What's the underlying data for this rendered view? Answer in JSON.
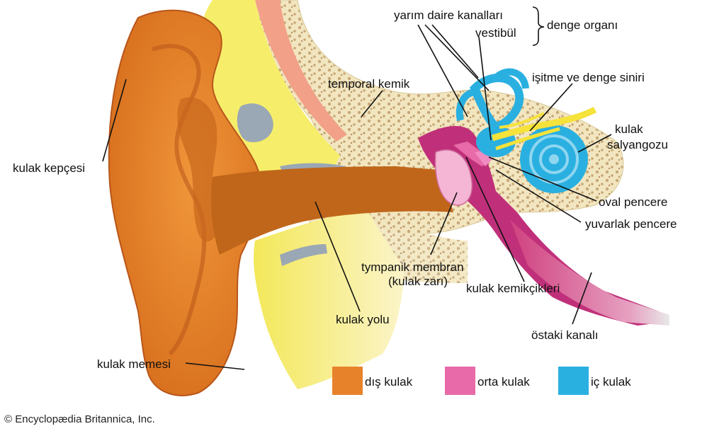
{
  "labels": {
    "kepce": "kulak kepçesi",
    "memesi": "kulak memesi",
    "yolu": "kulak yolu",
    "temporal": "temporal kemik",
    "yarim_daire": "yarım daire kanalları",
    "vestibul": "vestibül",
    "denge_organi": "denge organı",
    "sinir": "işitme ve denge siniri",
    "salyangoz_1": "kulak",
    "salyangoz_2": "salyangozu",
    "oval": "oval pencere",
    "yuvarlak": "yuvarlak pencere",
    "tympan_1": "tympanik membran",
    "tympan_2": "(kulak zarı)",
    "kemikcik": "kulak kemikçikleri",
    "ostaki": "östaki kanalı"
  },
  "legend": [
    {
      "label": "dış kulak",
      "color": "#e8822a"
    },
    {
      "label": "orta kulak",
      "color": "#e86aa8"
    },
    {
      "label": "iç kulak",
      "color": "#2ab0e0"
    }
  ],
  "credit": "© Encyclopædia Britannica, Inc.",
  "colors": {
    "outer_ear": "#e8822a",
    "outer_ear_dark": "#b8561a",
    "canal": "#c0661a",
    "bone": "#f2e6c0",
    "bone_dots": "#c8a878",
    "fat": "#f6ee6a",
    "middle_ear": "#c0307a",
    "inner_ear": "#2ab0e0",
    "nerve": "#f5e23a"
  }
}
